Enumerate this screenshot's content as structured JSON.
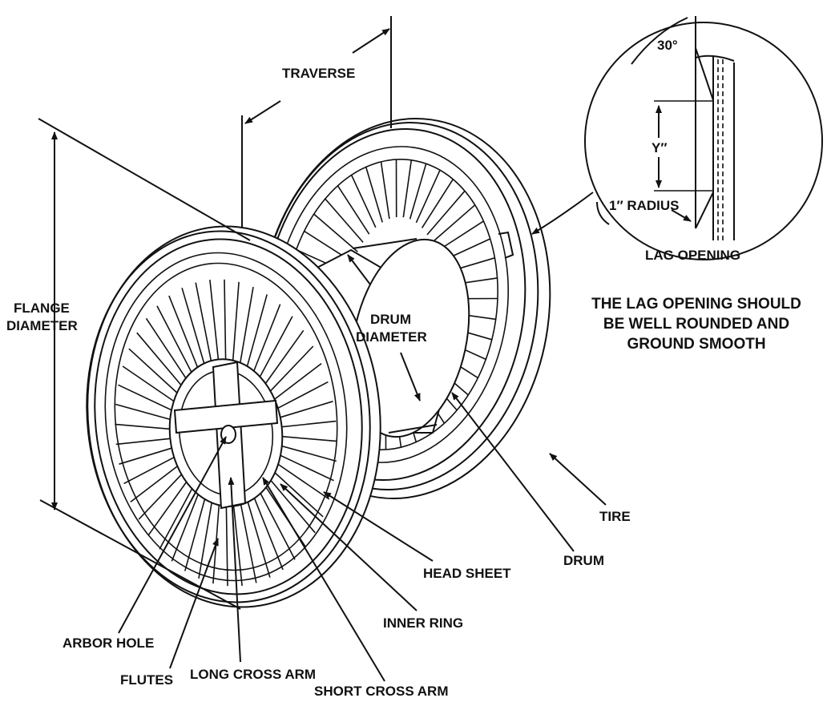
{
  "labels": {
    "traverse": "TRAVERSE",
    "flange_diameter_1": "FLANGE",
    "flange_diameter_2": "DIAMETER",
    "drum_diameter_1": "DRUM",
    "drum_diameter_2": "DIAMETER",
    "tire": "TIRE",
    "drum": "DRUM",
    "head_sheet": "HEAD SHEET",
    "inner_ring": "INNER RING",
    "arbor_hole": "ARBOR HOLE",
    "flutes": "FLUTES",
    "long_cross_arm": "LONG CROSS ARM",
    "short_cross_arm": "SHORT CROSS ARM"
  },
  "detail": {
    "angle": "30°",
    "y_dim": "Y″",
    "radius": "1″ RADIUS",
    "lag_opening": "LAG OPENING"
  },
  "note": {
    "line1": "THE LAG OPENING SHOULD",
    "line2": "BE WELL ROUNDED AND",
    "line3": "GROUND SMOOTH"
  },
  "colors": {
    "ink": "#111111",
    "paper": "#ffffff"
  }
}
